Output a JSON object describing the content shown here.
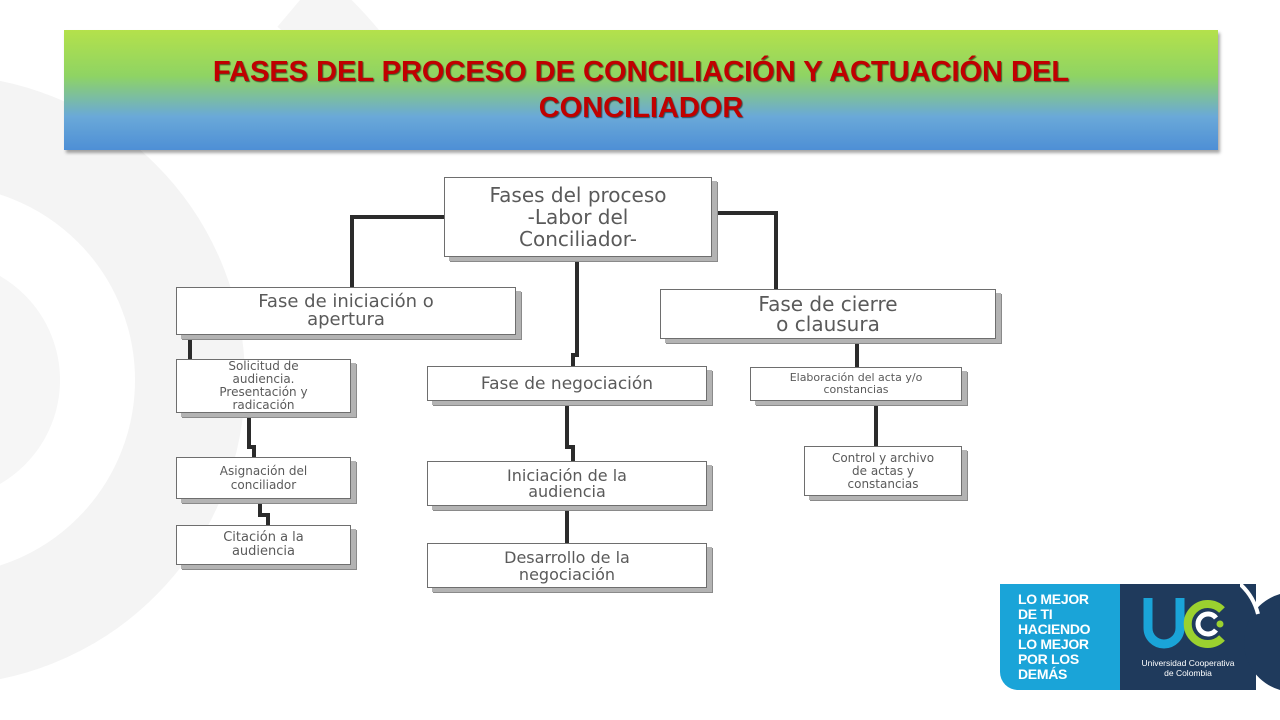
{
  "slide": {
    "title": "FASES DEL PROCESO  DE CONCILIACIÓN  Y ACTUACIÓN  DEL CONCILIADOR"
  },
  "diagram": {
    "root": "Fases del proceso\n-Labor del\nConciliador-",
    "phase_start": {
      "label": "Fase de iniciación o\napertura",
      "steps": [
        "Solicitud de\naudiencia.\nPresentación y\nradicación",
        "Asignación del\nconciliador",
        "Citación a la\naudiencia"
      ]
    },
    "phase_negotiation": {
      "label": "Fase de negociación",
      "steps": [
        "Iniciación de la\naudiencia",
        "Desarrollo  de la\nnegociación"
      ]
    },
    "phase_close": {
      "label": "Fase de cierre\no clausura",
      "steps": [
        "Elaboración del acta y/o\nconstancias",
        "Control y archivo\nde actas y\nconstancias"
      ]
    }
  },
  "logo": {
    "slogan": [
      "LO MEJOR",
      "DE TI",
      "HACIENDO",
      "LO MEJOR",
      "POR LOS",
      "DEMÁS"
    ],
    "university": "Universidad Cooperativa\nde Colombia"
  },
  "colors": {
    "title_text": "#c00000",
    "banner_top": "#b4e14b",
    "banner_bottom": "#4e8fd6",
    "logo_blue": "#1aa4d8",
    "logo_navy": "#1f3a5c",
    "logo_green": "#9bd12f"
  }
}
